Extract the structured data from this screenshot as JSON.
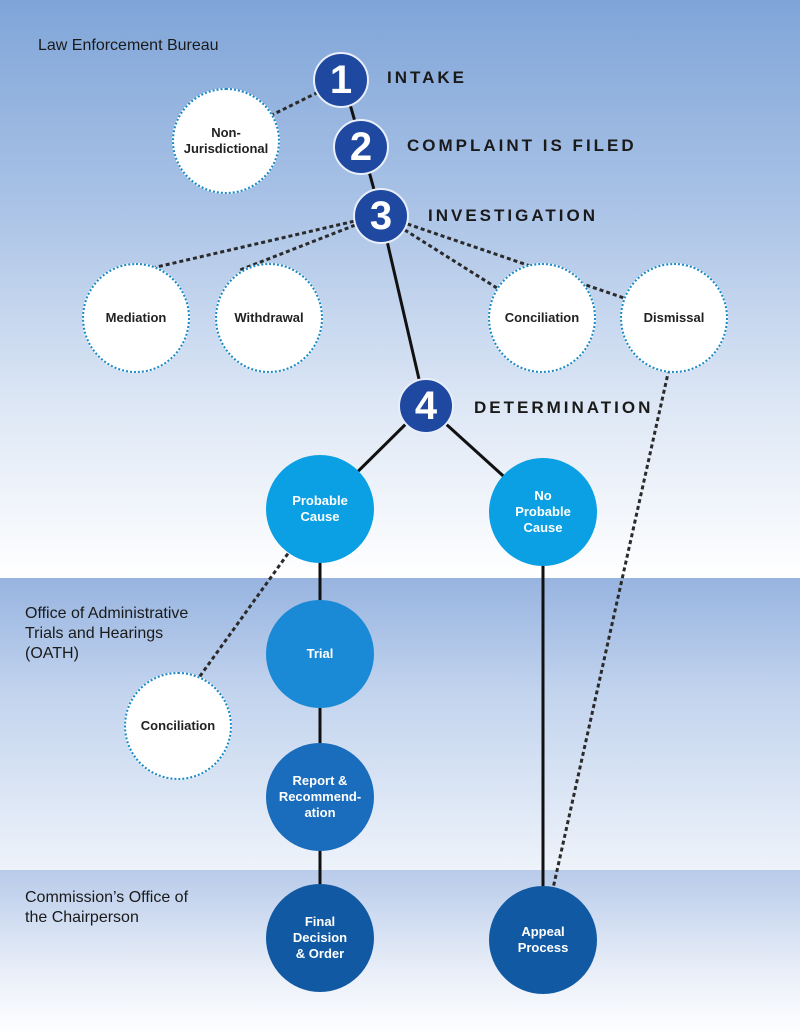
{
  "sections": {
    "law_enforcement": "Law Enforcement Bureau",
    "oath": "Office of Administrative\nTrials and Hearings\n(OATH)",
    "chairperson": "Commission’s Office of\nthe Chairperson"
  },
  "steps": [
    {
      "number": "1",
      "label": "INTAKE"
    },
    {
      "number": "2",
      "label": "COMPLAINT IS FILED"
    },
    {
      "number": "3",
      "label": "INVESTIGATION"
    },
    {
      "number": "4",
      "label": "DETERMINATION"
    }
  ],
  "side_outcomes": {
    "non_jurisdictional": "Non-\nJurisdictional",
    "mediation": "Mediation",
    "withdrawal": "Withdrawal",
    "conciliation_investigation": "Conciliation",
    "dismissal": "Dismissal",
    "conciliation_oath": "Conciliation"
  },
  "outcomes": {
    "probable_cause": "Probable\nCause",
    "no_probable_cause": "No\nProbable\nCause",
    "trial": "Trial",
    "report": "Report &\nRecommend-\nation",
    "final_decision": "Final\nDecision\n& Order",
    "appeal": "Appeal\nProcess"
  },
  "colors": {
    "step_blue": "#1f49a0",
    "light_blue": "#0aa0e3",
    "mid_blue": "#1a8ad6",
    "dark_blue": "#115aa3",
    "dotted_border": "#1b8ac6"
  }
}
